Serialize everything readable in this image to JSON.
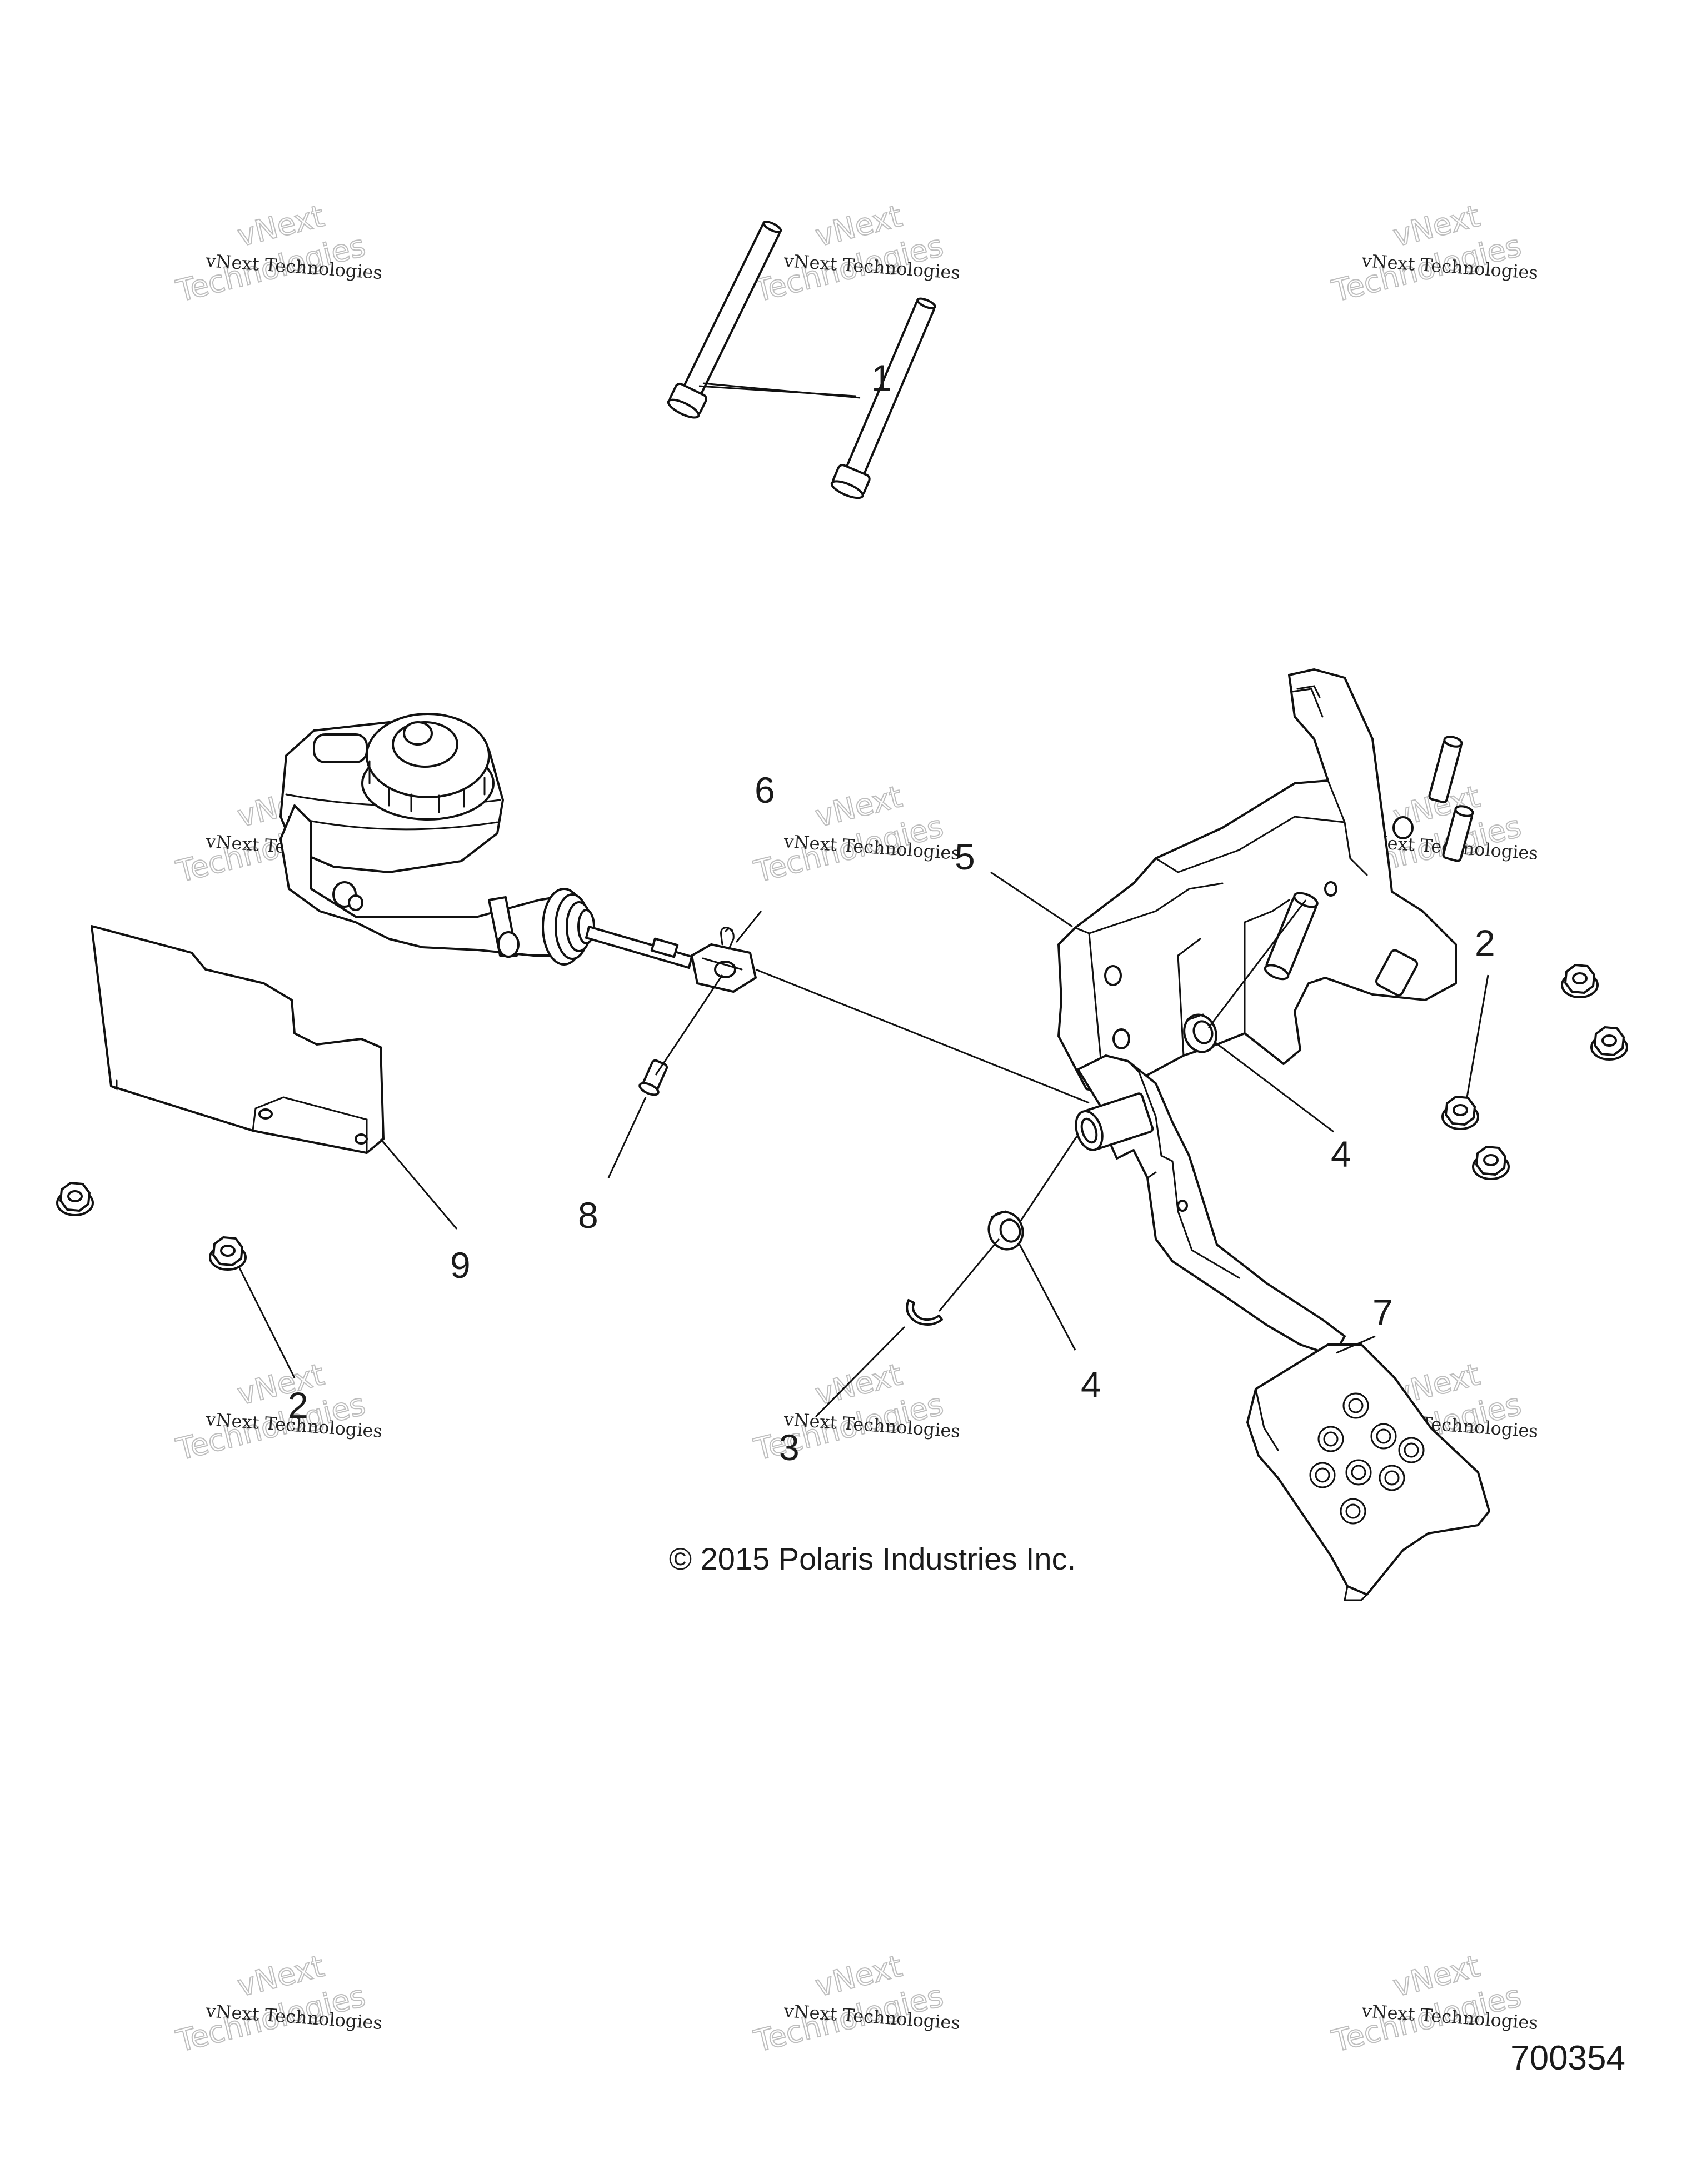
{
  "callouts": {
    "c1": "1",
    "c2a": "2",
    "c2b": "2",
    "c3": "3",
    "c4a": "4",
    "c4b": "4",
    "c5": "5",
    "c6": "6",
    "c7": "7",
    "c8": "8",
    "c9": "9"
  },
  "copyright": "© 2015 Polaris Industries Inc.",
  "figure_id": "700354",
  "watermark": {
    "line1": "vNext Technologies",
    "line2a": "vNext",
    "line2b": "Technologies"
  }
}
